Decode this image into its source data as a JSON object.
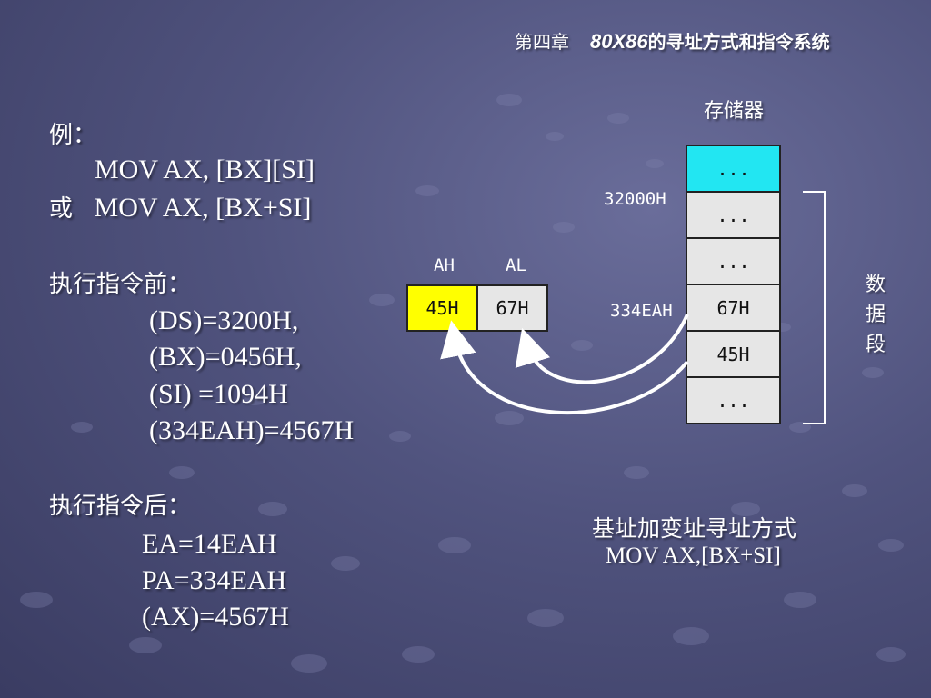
{
  "header": {
    "chapter": "第四章",
    "code": "80X86",
    "title_rest": "的寻址方式和指令系统"
  },
  "example": {
    "label": "例：",
    "line1": "MOV  AX, [BX][SI]",
    "or_word": "或",
    "line2": "MOV  AX, [BX+SI]"
  },
  "before": {
    "heading": "执行指令前：",
    "lines": [
      "(DS)=3200H,",
      "(BX)=0456H,",
      "(SI) =1094H",
      "(334EAH)=4567H"
    ]
  },
  "after": {
    "heading": "执行指令后：",
    "lines": [
      "EA=14EAH",
      "PA=334EAH",
      "(AX)=4567H"
    ]
  },
  "memory": {
    "title": "存储器",
    "cells": [
      "...",
      "...",
      "...",
      "67H",
      "45H",
      "..."
    ],
    "addr_32000": "32000H",
    "addr_334ea": "334EAH",
    "segment_chars": [
      "数",
      "据",
      "段"
    ]
  },
  "registers": {
    "ah_label": "AH",
    "al_label": "AL",
    "ah_value": "45H",
    "al_value": "67H"
  },
  "caption": {
    "line1": "基址加变址寻址方式",
    "line2": "MOV  AX,[BX+SI]"
  },
  "colors": {
    "ah_fill": "#ffff00",
    "first_cell_fill": "#22e6f2",
    "cell_fill": "#e6e6e6"
  }
}
